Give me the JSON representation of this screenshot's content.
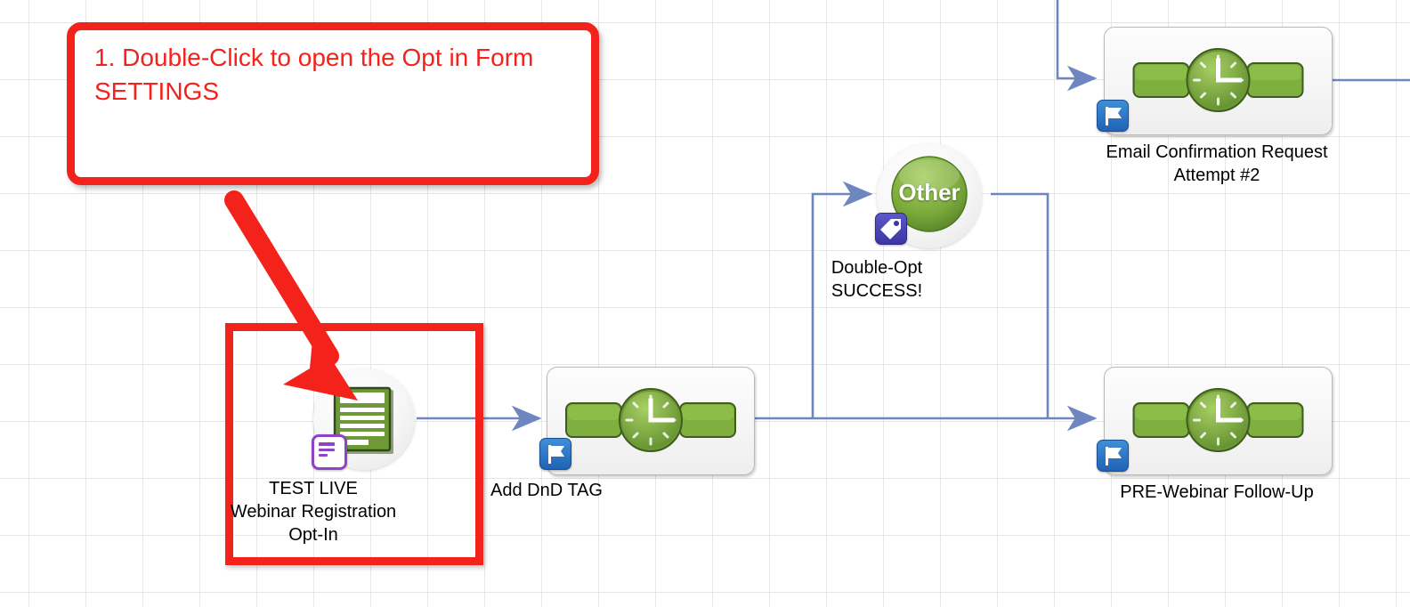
{
  "canvas": {
    "background_color": "#ffffff",
    "grid_color": "#e6e6e6",
    "grid_size": 64,
    "connector_color": "#6d86bf"
  },
  "annotation": {
    "callout": {
      "text": "1. Double-Click to open the Opt in Form SETTINGS",
      "color": "#f3231b",
      "border_color": "#f3231b",
      "background": "#ffffff"
    },
    "arrow": {
      "name": "red-pointer-arrow",
      "color": "#f3231b",
      "points_to": "TEST LIVE Webinar Registration Opt-In"
    },
    "highlight_box": {
      "color": "#f3231b",
      "target": "TEST LIVE Webinar Registration Opt-In"
    }
  },
  "nodes": [
    {
      "id": "optin-form",
      "label": "TEST LIVE\nWebinar Registration\nOpt-In",
      "type": "web-form",
      "icon": "green-form-icon",
      "badge": "form-badge",
      "badge_color": "#8e44c4",
      "highlighted": true
    },
    {
      "id": "add-dnd-tag",
      "label": "Add DnD TAG",
      "type": "sequence",
      "icon": "green-clock-sequence-icon",
      "badge": "flag-badge",
      "badge_color": "#1f63b5"
    },
    {
      "id": "double-opt-success",
      "label": "Double-Opt\nSUCCESS!",
      "type": "decision",
      "icon": "green-circle-icon",
      "icon_text": "Other",
      "badge": "tag-badge",
      "badge_color": "#3c36a5"
    },
    {
      "id": "email-confirmation-request-2",
      "label": "Email Confirmation Request\nAttempt #2",
      "type": "sequence",
      "icon": "green-clock-sequence-icon",
      "badge": "flag-badge",
      "badge_color": "#1f63b5"
    },
    {
      "id": "pre-webinar-follow-up",
      "label": "PRE-Webinar Follow-Up",
      "type": "sequence",
      "icon": "green-clock-sequence-icon",
      "badge": "flag-badge",
      "badge_color": "#1f63b5"
    }
  ],
  "connections": [
    {
      "from": "optin-form",
      "to": "add-dnd-tag"
    },
    {
      "from": "add-dnd-tag",
      "to": "double-opt-success"
    },
    {
      "from": "double-opt-success",
      "to": "pre-webinar-follow-up"
    },
    {
      "from": "offscreen-top",
      "to": "email-confirmation-request-2"
    },
    {
      "from": "email-confirmation-request-2",
      "to": "offscreen-right"
    }
  ]
}
